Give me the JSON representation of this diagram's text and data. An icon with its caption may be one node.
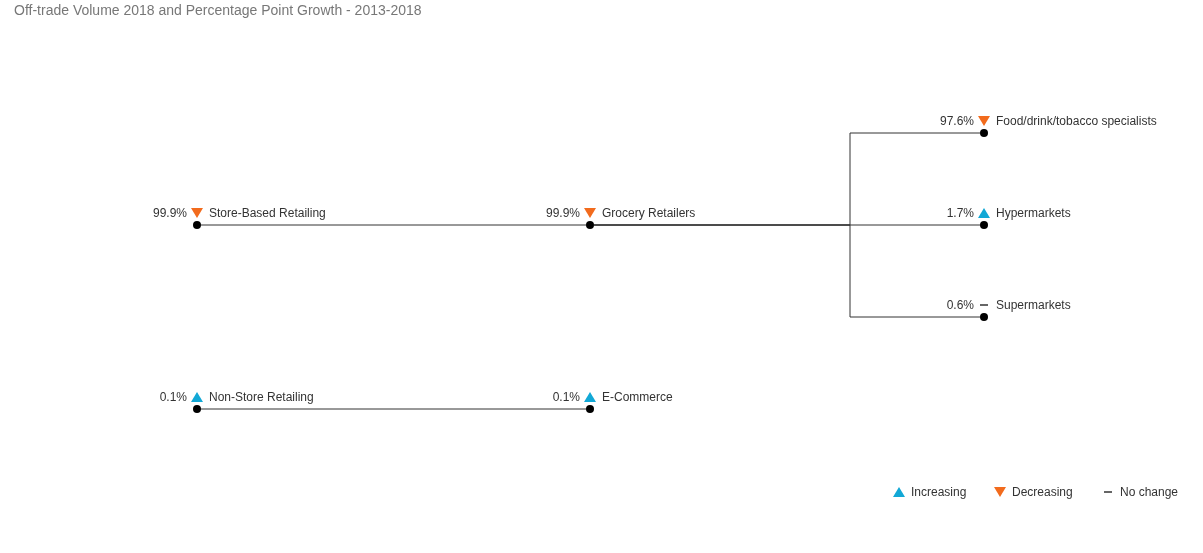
{
  "diagram": {
    "title": "Off-trade Volume 2018 and Percentage Point Growth - 2013-2018",
    "nodes": [
      {
        "text": [
          "99.9%",
          "Store-Based Retailing"
        ]
      },
      {
        "text": [
          "99.9%",
          "Grocery Retailers"
        ]
      },
      {
        "text": [
          "97.6%",
          "Food/drink/tobacco specialists"
        ]
      },
      {
        "text": [
          "1.7%",
          "Hypermarkets"
        ]
      },
      {
        "text": [
          "0.6%",
          "Supermarkets"
        ]
      },
      {
        "text": [
          "0.1%",
          "Non-Store Retailing"
        ]
      },
      {
        "text": [
          "0.1%",
          "E-Commerce"
        ]
      }
    ],
    "edges": [
      {
        "from": 0,
        "to": 1,
        "arrow": "none"
      },
      {
        "from": 1,
        "to": 2,
        "arrow": "none"
      },
      {
        "from": 1,
        "to": 3,
        "arrow": "none"
      },
      {
        "from": 1,
        "to": 4,
        "arrow": "none"
      },
      {
        "from": 5,
        "to": 6,
        "arrow": "none"
      }
    ],
    "legend": [
      {
        "text": "Increasing"
      },
      {
        "text": "Decreasing"
      },
      {
        "text": "No change"
      }
    ]
  }
}
